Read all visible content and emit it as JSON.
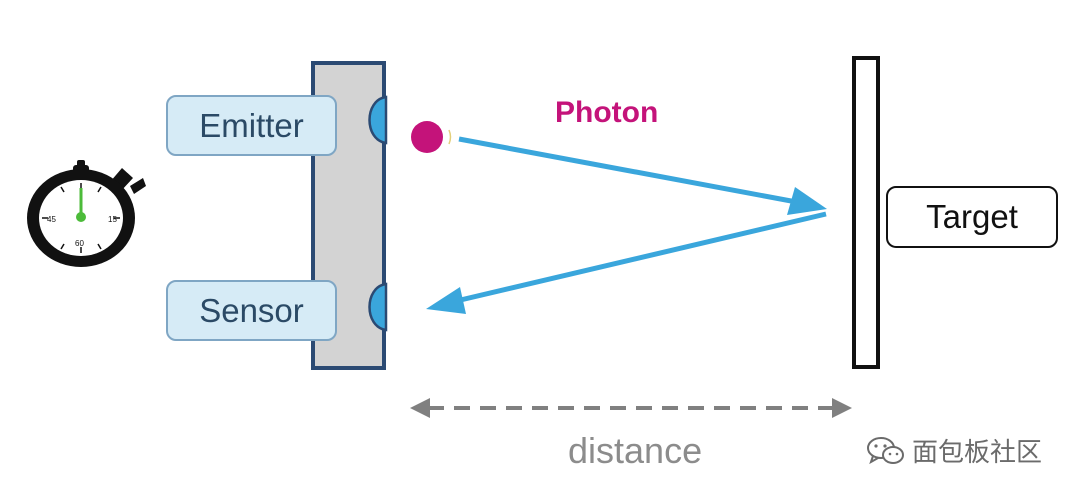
{
  "diagram": {
    "emitter_label": "Emitter",
    "sensor_label": "Sensor",
    "target_label": "Target",
    "photon_label": "Photon",
    "distance_label": "distance",
    "stopwatch_ticks": [
      "15",
      "45",
      "60"
    ]
  },
  "watermark": {
    "text": "面包板社区",
    "icon": "wechat-icon"
  },
  "colors": {
    "beam": "#3aa6dc",
    "photon": "#c4137a",
    "label_fill": "#d6ebf6",
    "sensor_panel": "#d3d3d3",
    "panel_border": "#2b4a73",
    "distance_arrow": "#808080"
  }
}
